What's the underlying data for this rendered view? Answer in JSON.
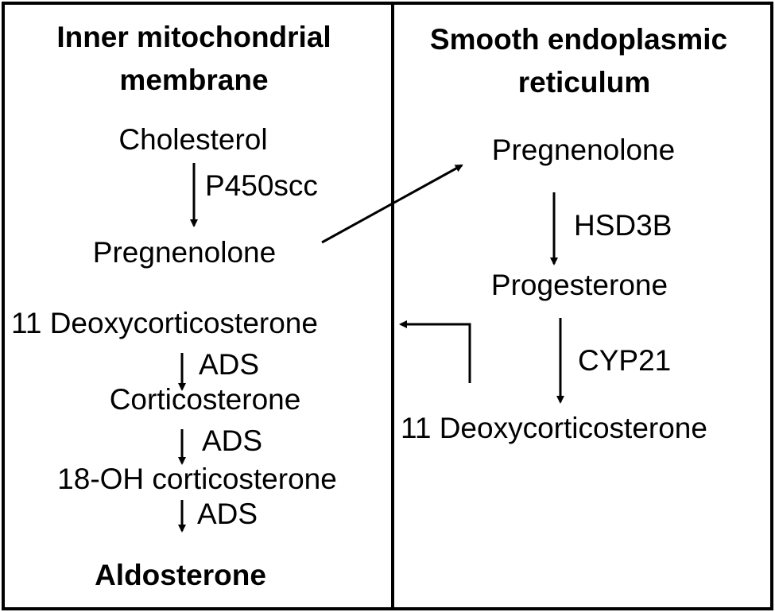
{
  "left_panel": {
    "title_line1": "Inner mitochondrial",
    "title_line2": "membrane",
    "cholesterol": "Cholesterol",
    "enzyme_p450scc": "P450scc",
    "pregnenolone": "Pregnenolone",
    "deoxycorticosterone": "11 Deoxycorticosterone",
    "enzyme_ads_1": "ADS",
    "corticosterone": "Corticosterone",
    "enzyme_ads_2": "ADS",
    "hydroxy_corticosterone": "18-OH corticosterone",
    "enzyme_ads_3": "ADS",
    "aldosterone": "Aldosterone"
  },
  "right_panel": {
    "title_line1": "Smooth endoplasmic",
    "title_line2": "reticulum",
    "pregnenolone": "Pregnenolone",
    "enzyme_hsd3b": "HSD3B",
    "progesterone": "Progesterone",
    "enzyme_cyp21": "CYP21",
    "deoxycorticosterone": "11 Deoxycorticosterone"
  }
}
